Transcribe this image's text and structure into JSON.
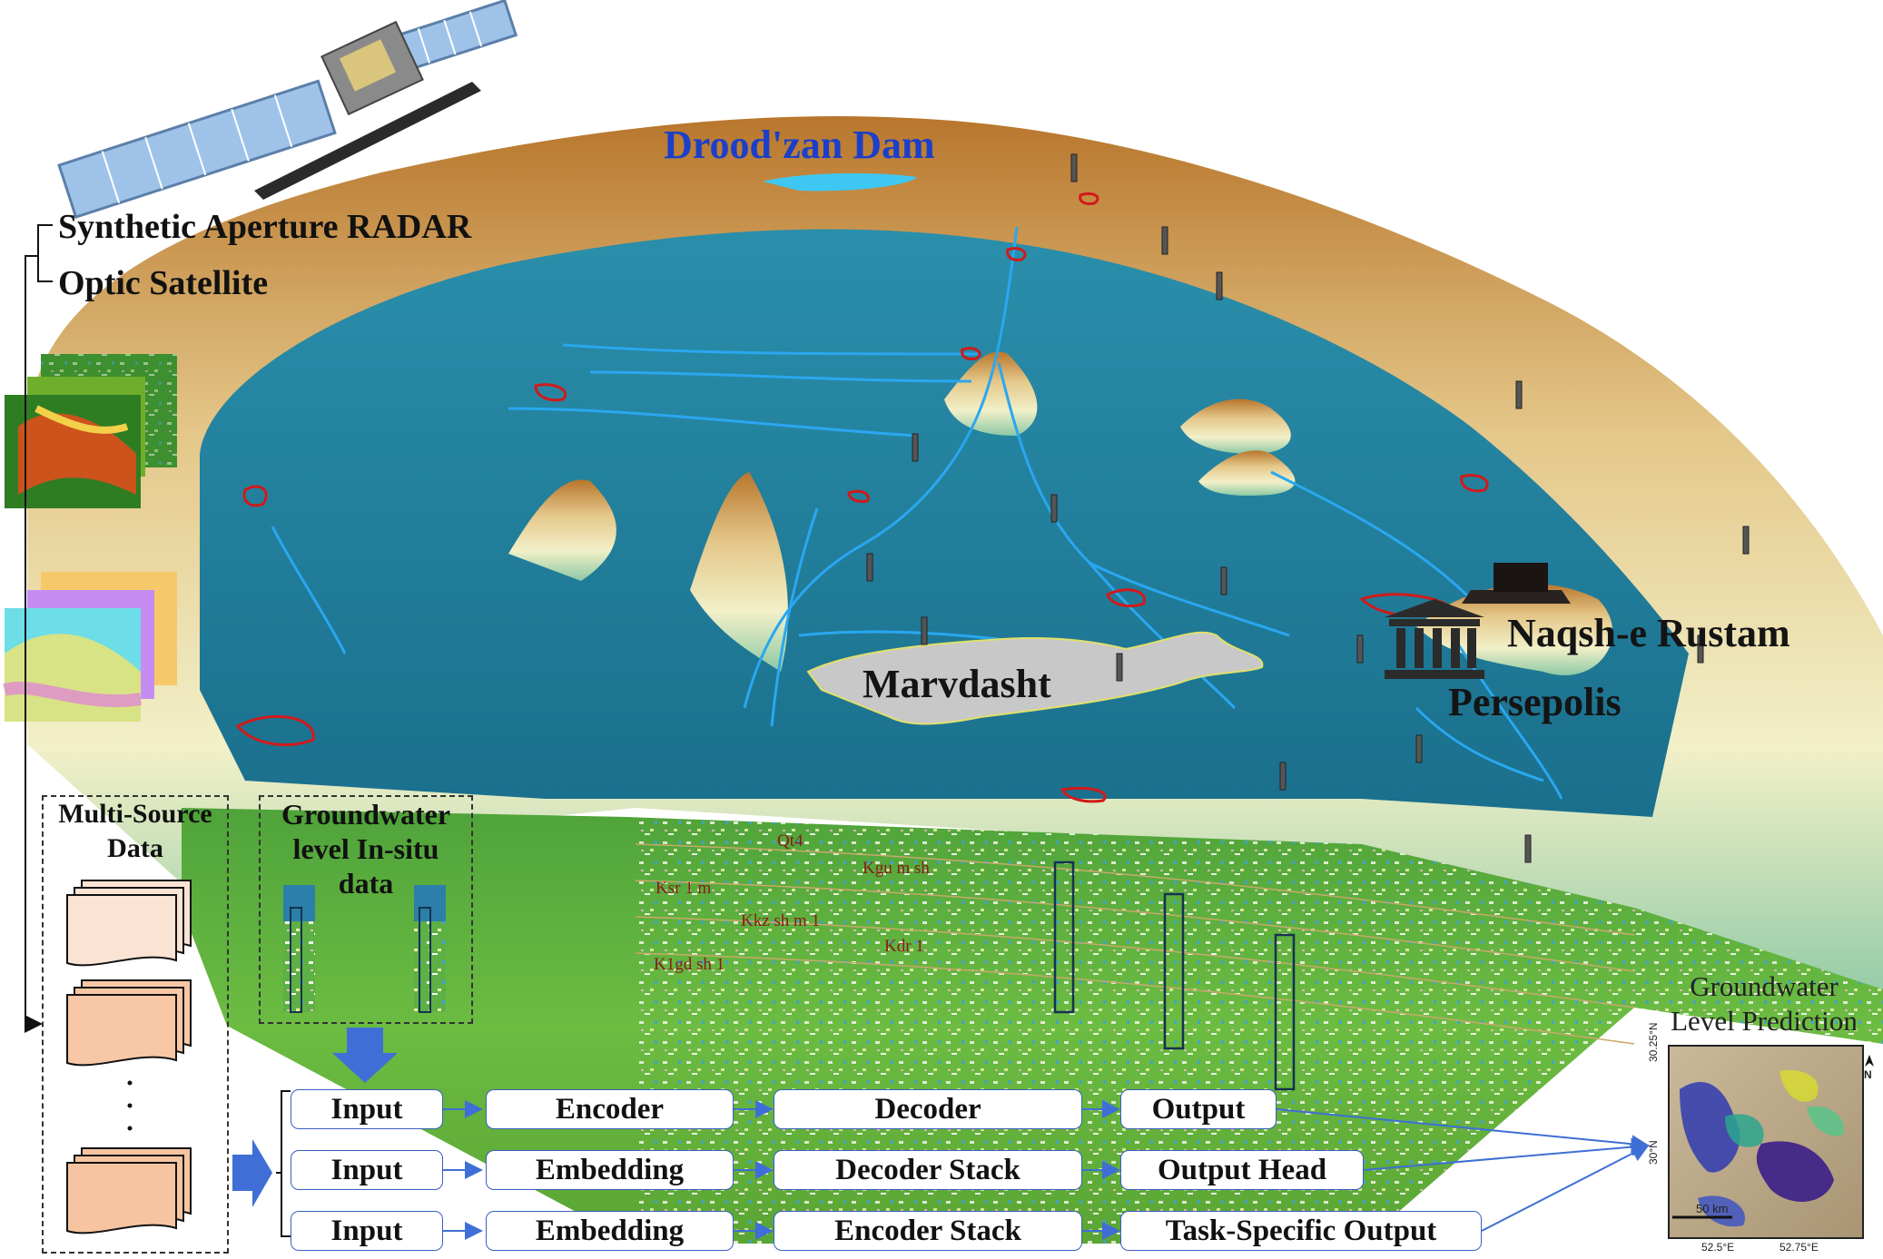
{
  "labels": {
    "dam": "Drood'zan Dam",
    "sar": "Synthetic Aperture RADAR",
    "optic": "Optic Satellite",
    "city": "Marvdasht",
    "naqsh": "Naqsh-e Rustam",
    "persepolis": "Persepolis",
    "multi_source_line1": "Multi-Source",
    "multi_source_line2": "Data",
    "gw_line1": "Groundwater",
    "gw_line2": "level In-situ",
    "gw_line3": "data",
    "pred_line1": "Groundwater",
    "pred_line2": "Level Prediction"
  },
  "geology_units": [
    "Qt4",
    "Kgu m sh",
    "Ksr 1 m",
    "Kkz sh m 1",
    "Kdr 1",
    "K1gd sh 1"
  ],
  "pipelines": [
    [
      "Input",
      "Encoder",
      "Decoder",
      "Output"
    ],
    [
      "Input",
      "Embedding",
      "Decoder Stack",
      "Output Head"
    ],
    [
      "Input",
      "Embedding",
      "Encoder Stack",
      "Task-Specific Output"
    ]
  ],
  "map_inset": {
    "lat_ticks": [
      "30.25°N",
      "30°N"
    ],
    "lon_ticks": [
      "52.5°E",
      "52.75°E"
    ],
    "scale": "50 km",
    "north": "N"
  },
  "colors": {
    "plain": "#1e7f9c",
    "river": "#2aa7f0",
    "boundary": "#d11a1a",
    "box_border": "#3a5fbf",
    "arrow": "#3f6fd6",
    "dam_text": "#1b3fc9"
  }
}
